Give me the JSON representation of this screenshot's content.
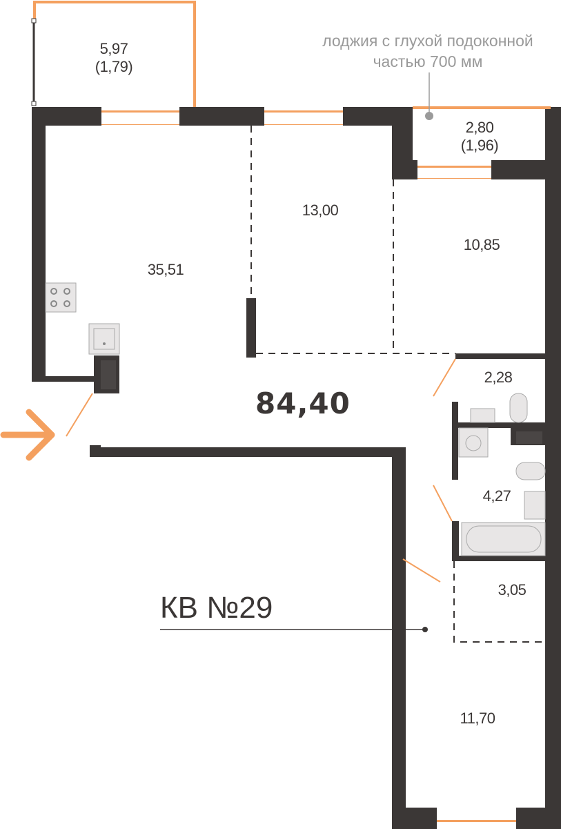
{
  "plan": {
    "apartment_label": "КВ №29",
    "total_area": "84,40",
    "loggia_note": [
      "лоджия с глухой подоконной",
      "частью 700 мм"
    ],
    "rooms": [
      {
        "name": "loggia-left",
        "area": "5,97",
        "reduced": "(1,79)"
      },
      {
        "name": "loggia-right",
        "area": "2,80",
        "reduced": "(1,96)"
      },
      {
        "name": "living-kitchen",
        "area": "35,51"
      },
      {
        "name": "room-1",
        "area": "13,00"
      },
      {
        "name": "room-2",
        "area": "10,85"
      },
      {
        "name": "wc",
        "area": "2,28"
      },
      {
        "name": "bathroom",
        "area": "4,27"
      },
      {
        "name": "hall",
        "area": "3,05"
      },
      {
        "name": "bedroom",
        "area": "11,70"
      }
    ],
    "colors": {
      "wall": "#3b3736",
      "accent": "#f4a05f",
      "fixture": "#e8e6e6",
      "note": "#9a9a9a"
    }
  }
}
